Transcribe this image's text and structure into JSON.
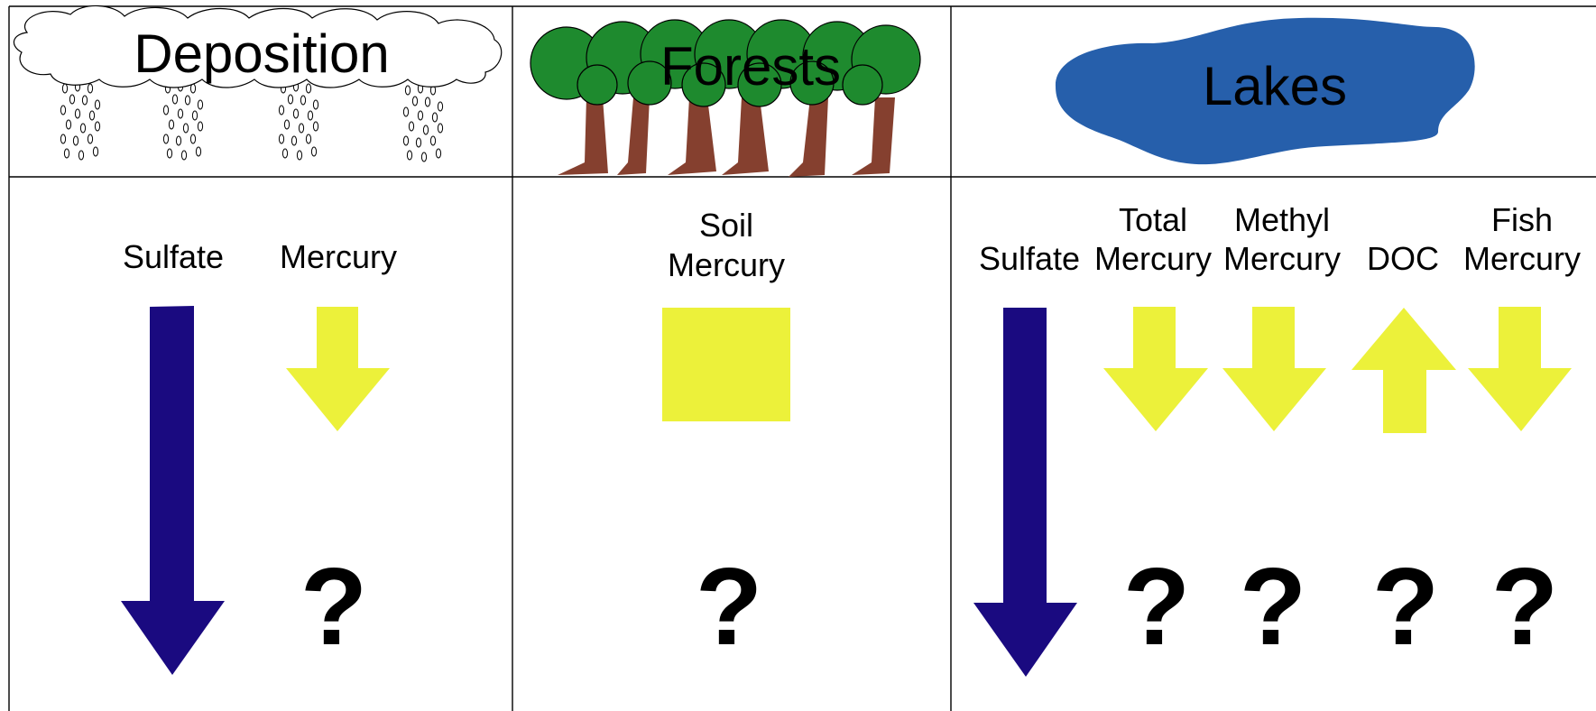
{
  "headers": {
    "deposition": "Deposition",
    "forests": "Forests",
    "lakes": "Lakes"
  },
  "deposition": {
    "sulfate": "Sulfate",
    "mercury": "Mercury",
    "mercury_unknown": "?"
  },
  "forests": {
    "soil_mercury_line1": "Soil",
    "soil_mercury_line2": "Mercury",
    "soil_mercury_unknown": "?"
  },
  "lakes": {
    "sulfate": "Sulfate",
    "total_mercury_line1": "Total",
    "total_mercury_line2": "Mercury",
    "methyl_mercury_line1": "Methyl",
    "methyl_mercury_line2": "Mercury",
    "doc": "DOC",
    "fish_mercury_line1": "Fish",
    "fish_mercury_line2": "Mercury",
    "total_mercury_unknown": "?",
    "methyl_mercury_unknown": "?",
    "doc_unknown": "?",
    "fish_mercury_unknown": "?"
  },
  "colors": {
    "sulfate_arrow": "#1a0a80",
    "mercury_indicator": "#ecf13a",
    "lake_water": "#265fab",
    "tree_canopy": "#1e8a2e",
    "tree_trunk": "#85402f",
    "grid_line": "#000000"
  },
  "trends": {
    "deposition_sulfate": "strong decrease",
    "deposition_mercury": "decrease",
    "soil_mercury": "no change",
    "lake_sulfate": "strong decrease",
    "lake_total_mercury": "decrease",
    "lake_methyl_mercury": "decrease",
    "lake_doc": "increase",
    "lake_fish_mercury": "decrease"
  }
}
